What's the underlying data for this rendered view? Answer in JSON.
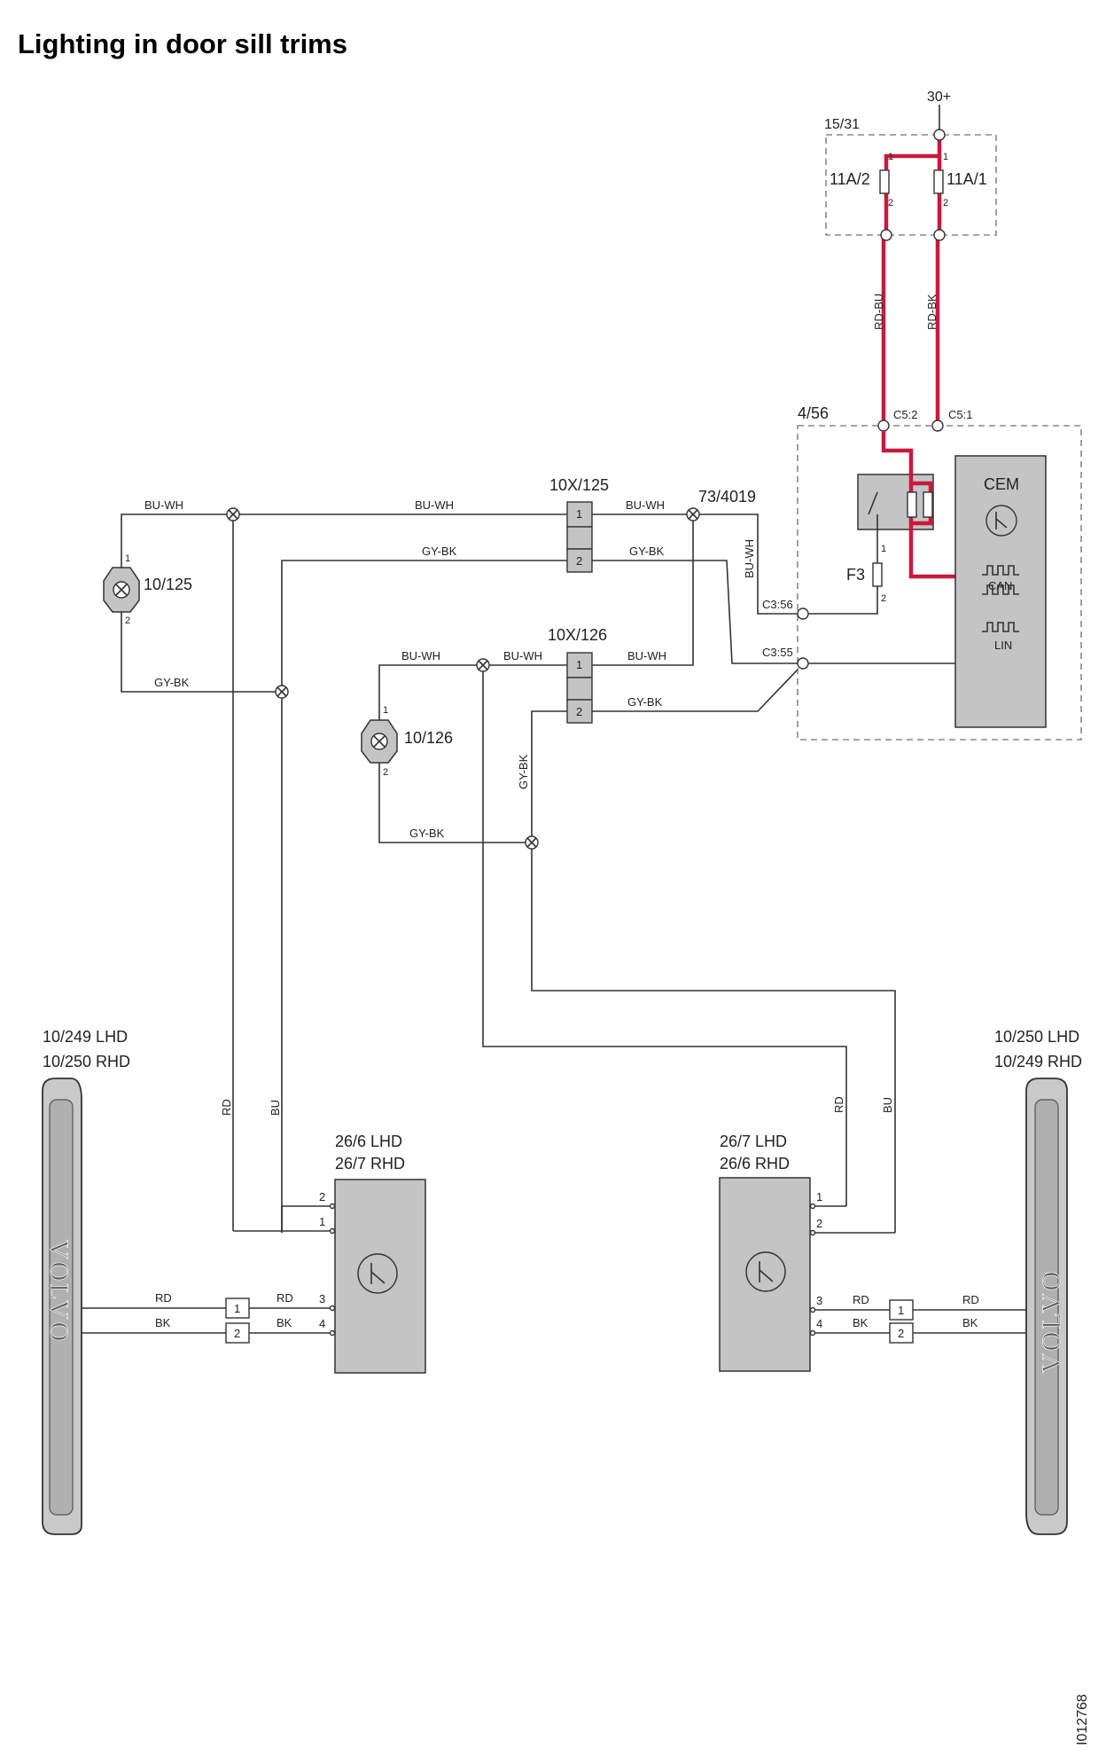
{
  "title": "Lighting in door sill trims",
  "image_id": "I012768",
  "supply": "30+",
  "fuse_box": {
    "label": "15/31",
    "fuse_left": "11A/2",
    "fuse_right": "11A/1",
    "pin_top": "1",
    "pin_bottom": "2"
  },
  "wire_colors": {
    "rd_bu": "RD-BU",
    "rd_bk": "RD-BK",
    "bu_wh": "BU-WH",
    "gy_bk": "GY-BK",
    "rd": "RD",
    "bu": "BU",
    "bk": "BK"
  },
  "cem_module": {
    "label": "4/56",
    "name": "CEM",
    "can": "CAN",
    "lin": "LIN",
    "c5_2": "C5:2",
    "c5_1": "C5:1",
    "c3_56": "C3:56",
    "c3_55": "C3:55",
    "fuse": "F3"
  },
  "splice": "73/4019",
  "connectors": {
    "c1": "10X/125",
    "c2": "10X/126",
    "pin1": "1",
    "pin2": "2"
  },
  "lamps": {
    "l1": "10/125",
    "l2": "10/126"
  },
  "modules": {
    "left_l1": "26/6 LHD",
    "left_l2": "26/7 RHD",
    "right_l1": "26/7 LHD",
    "right_l2": "26/6 RHD"
  },
  "sills": {
    "left_l1": "10/249 LHD",
    "left_l2": "10/250 RHD",
    "right_l1": "10/250 LHD",
    "right_l2": "10/249 RHD",
    "brand": "VOLVO"
  },
  "pins": {
    "p1": "1",
    "p2": "2",
    "p3": "3",
    "p4": "4"
  },
  "colors": {
    "supply_wire": "#c8193c",
    "component_fill": "#c4c4c4",
    "wire": "#333333"
  }
}
